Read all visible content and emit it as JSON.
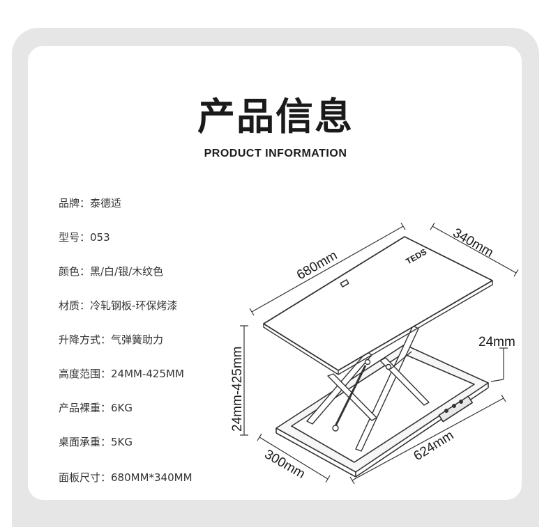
{
  "page": {
    "title": "产品信息",
    "subtitle": "PRODUCT INFORMATION"
  },
  "specs": [
    "品牌：泰德适",
    "型号：053",
    "颜色：黑/白/银/木纹色",
    "材质：冷轧钢板-环保烤漆",
    "升降方式：气弹簧助力",
    "高度范围：24MM-425MM",
    "产品裸重：6KG",
    "桌面承重：5KG",
    "面板尺寸：680MM*340MM"
  ],
  "diagram": {
    "brand_label": "TEDS",
    "dims": {
      "top_length": "680mm",
      "top_width": "340mm",
      "height_range": "24mm-425mm",
      "closed_height": "24mm",
      "base_length": "624mm",
      "base_width": "300mm"
    }
  },
  "colors": {
    "outer_frame": "#e6e6e6",
    "card": "#ffffff",
    "text": "#1a1a1a",
    "line": "#333333"
  }
}
